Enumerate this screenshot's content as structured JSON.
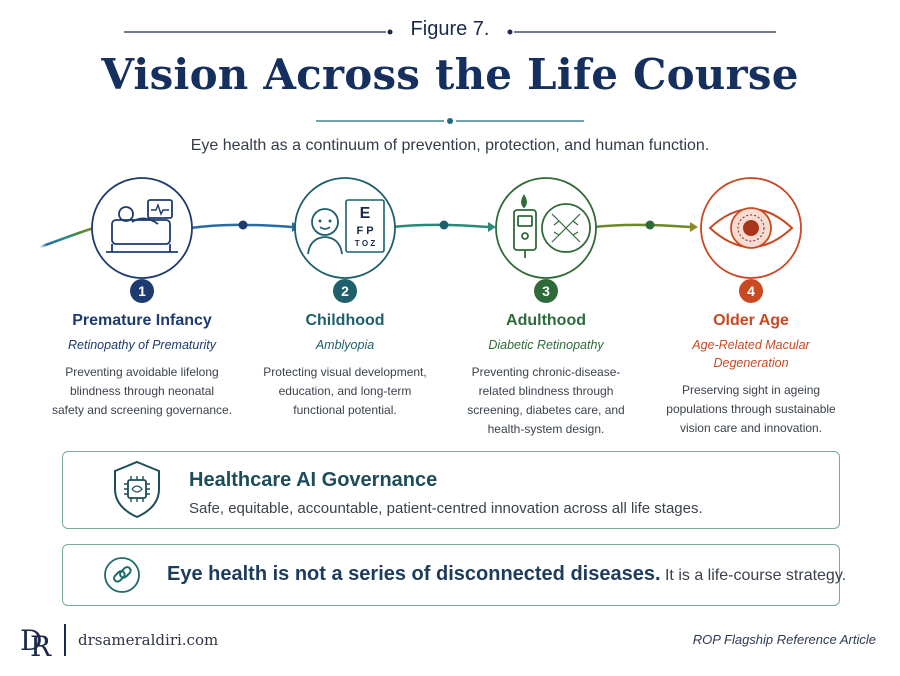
{
  "header": {
    "figure_label": "Figure 7.",
    "title": "Vision Across the Life Course",
    "subtitle": "Eye health as a continuum of prevention, protection, and human function."
  },
  "stages": [
    {
      "number": "1",
      "name": "Premature Infancy",
      "condition": "Retinopathy of Prematurity",
      "description": [
        "Preventing avoidable lifelong",
        "blindness through neonatal",
        "safety and screening governance."
      ],
      "color": "#1d3b6e",
      "icon": "incubator-icon"
    },
    {
      "number": "2",
      "name": "Childhood",
      "condition": "Amblyopia",
      "description": [
        "Protecting visual development,",
        "education, and long-term",
        "functional potential."
      ],
      "color": "#1f5f6b",
      "icon": "child-eye-chart-icon",
      "chart_letters": [
        "E",
        "F P",
        "T O Z"
      ]
    },
    {
      "number": "3",
      "name": "Adulthood",
      "condition": "Diabetic Retinopathy",
      "description": [
        "Preventing chronic-disease-",
        "related blindness through",
        "screening, diabetes care, and",
        "health-system design."
      ],
      "color": "#2f6b3a",
      "icon": "glucometer-retina-icon"
    },
    {
      "number": "4",
      "name": "Older Age",
      "condition": [
        "Age-Related Macular",
        "Degeneration"
      ],
      "description": [
        "Preserving sight in ageing",
        "populations through sustainable",
        "vision care and innovation."
      ],
      "color": "#c94a22",
      "icon": "eye-macula-icon"
    }
  ],
  "governance": {
    "title": "Healthcare AI Governance",
    "text": "Safe, equitable, accountable, patient-centred innovation across all life stages.",
    "icon": "shield-chip-icon"
  },
  "message": {
    "strong": "Eye health is not a series of disconnected diseases.",
    "soft": "It is a life-course strategy.",
    "icon": "link-icon"
  },
  "footer": {
    "monogram": "DR",
    "site": "drsameraldiri.com",
    "note": "ROP Flagship Reference Article"
  },
  "colors": {
    "navy": "#15305e",
    "teal": "#1f5f6b",
    "green": "#2f6b3a",
    "orange": "#c94a22",
    "box_border": "#7aa9a6"
  }
}
